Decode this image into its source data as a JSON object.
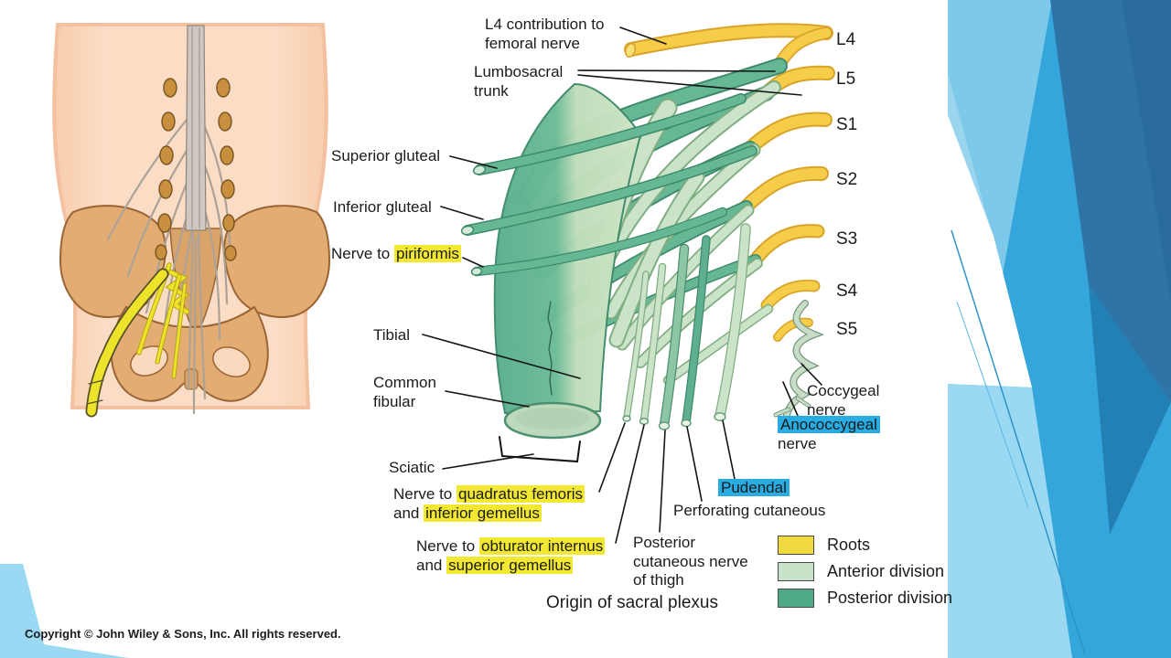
{
  "slide": {
    "copyright": "Copyright © John Wiley & Sons, Inc. All rights reserved."
  },
  "diagram": {
    "root_labels": [
      "L4",
      "L5",
      "S1",
      "S2",
      "S3",
      "S4",
      "S5"
    ],
    "labels": {
      "l4_contribution_line1": "L4 contribution to",
      "l4_contribution_line2": "femoral nerve",
      "lumbosacral_line1": "Lumbosacral",
      "lumbosacral_line2": "trunk",
      "superior_gluteal": "Superior gluteal",
      "inferior_gluteal": "Inferior gluteal",
      "nerve_to_prefix": "Nerve to ",
      "piriformis": "piriformis",
      "tibial": "Tibial",
      "common_fibular_line1": "Common",
      "common_fibular_line2": "fibular",
      "sciatic": "Sciatic",
      "quadratus_femoris": "quadratus femoris",
      "and_word": "and ",
      "inferior_gemellus": "inferior gemellus",
      "obturator_internus": "obturator internus",
      "superior_gemellus": "superior gemellus",
      "posterior_cutaneous_line1": "Posterior",
      "posterior_cutaneous_line2": "cutaneous nerve",
      "posterior_cutaneous_line3": "of thigh",
      "perforating_cutaneous": "Perforating cutaneous",
      "pudendal": "Pudendal",
      "anococcygeal": "Anococcygeal",
      "nerve_word": "nerve",
      "coccygeal": "Coccygeal",
      "origin_caption": "Origin of sacral plexus"
    },
    "legend": {
      "items": [
        {
          "label": "Roots",
          "color": "#F2D93F"
        },
        {
          "label": "Anterior division",
          "color": "#C9E2CA"
        },
        {
          "label": "Posterior division",
          "color": "#4FA886"
        }
      ]
    },
    "colors": {
      "highlight_yellow": "#F2E831",
      "highlight_cyan": "#29ACE2",
      "roots_yellow": "#F6CD48",
      "anterior_green": "#CBE3C9",
      "posterior_green": "#5FB091"
    }
  }
}
